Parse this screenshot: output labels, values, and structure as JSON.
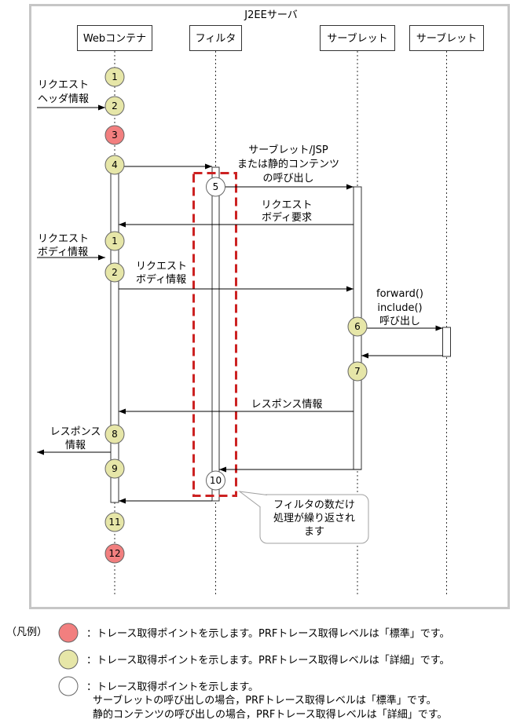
{
  "server_title": "J2EEサーバ",
  "lifelines": [
    {
      "label": "Webコンテナ"
    },
    {
      "label": "フィルタ"
    },
    {
      "label": "サーブレット"
    },
    {
      "label": "サーブレット"
    }
  ],
  "trace_points": {
    "web_container": [
      {
        "number": "1",
        "color": "#e6e6a8"
      },
      {
        "number": "2",
        "color": "#e6e6a8"
      },
      {
        "number": "3",
        "color": "#f27f7f"
      },
      {
        "number": "4",
        "color": "#e6e6a8"
      },
      {
        "number": "1",
        "color": "#e6e6a8"
      },
      {
        "number": "2",
        "color": "#e6e6a8"
      },
      {
        "number": "8",
        "color": "#e6e6a8"
      },
      {
        "number": "9",
        "color": "#e6e6a8"
      },
      {
        "number": "11",
        "color": "#e6e6a8"
      },
      {
        "number": "12",
        "color": "#f27f7f"
      }
    ],
    "filter": [
      {
        "number": "5",
        "color": "#ffffff"
      },
      {
        "number": "10",
        "color": "#ffffff"
      }
    ],
    "servlet": [
      {
        "number": "6",
        "color": "#e6e6a8"
      },
      {
        "number": "7",
        "color": "#e6e6a8"
      }
    ]
  },
  "messages": {
    "request_header_in": [
      "リクエスト",
      "ヘッダ情報"
    ],
    "servlet_invocation": [
      "サーブレット/JSP",
      "または静的コンテンツ",
      "の呼び出し"
    ],
    "request_body_request": [
      "リクエスト",
      "ボディ要求"
    ],
    "request_body_in": [
      "リクエスト",
      "ボディ情報"
    ],
    "request_body_to_servlet": [
      "リクエスト",
      "ボディ情報"
    ],
    "forward_include_call": [
      "forward()",
      "include()",
      "呼び出し"
    ],
    "response_info": [
      "レスポンス情報"
    ],
    "response_out": [
      "レスポンス",
      "情報"
    ]
  },
  "filter_group_color": "#cc2222",
  "callout_lines": [
    "フィルタの数だけ",
    "処理が繰り返され",
    "ます"
  ],
  "legend": {
    "title": "（凡例）",
    "items": [
      {
        "color": "#f27f7f",
        "lines": [
          "：トレース取得ポイントを示します。PRFトレース取得レベルは「標準」です。"
        ]
      },
      {
        "color": "#e6e6a8",
        "lines": [
          "：トレース取得ポイントを示します。PRFトレース取得レベルは「詳細」です。"
        ]
      },
      {
        "color": "#ffffff",
        "lines": [
          "：トレース取得ポイントを示します。",
          "サーブレットの呼び出しの場合，PRFトレース取得レベルは「標準」です。",
          "静的コンテンツの呼び出しの場合，PRFトレース取得レベルは「詳細」です。"
        ]
      }
    ]
  }
}
